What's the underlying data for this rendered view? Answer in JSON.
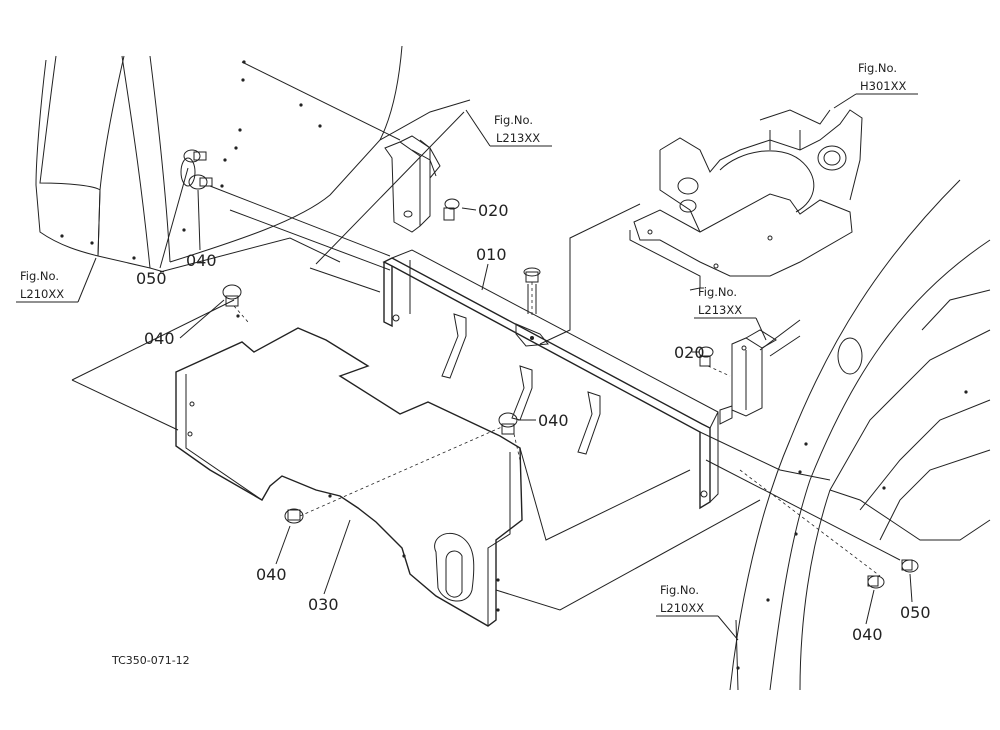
{
  "figure_refs": {
    "fig_no_label": "Fig.No.",
    "ref_h301": "H301XX",
    "ref_l213_top": "L213XX",
    "ref_l213_mid": "L213XX",
    "ref_l210_left": "L210XX",
    "ref_l210_right": "L210XX"
  },
  "part_numbers": {
    "p010": "010",
    "p020_top": "020",
    "p020_mid": "020",
    "p030": "030",
    "p040_left_upper": "040",
    "p040_left_mid": "040",
    "p040_center": "040",
    "p040_bottom_left": "040",
    "p040_bottom_right": "040",
    "p050_left": "050",
    "p050_right": "050"
  },
  "drawing_code": "TC350-071-12",
  "colors": {
    "line": "#222222",
    "background": "#ffffff"
  }
}
